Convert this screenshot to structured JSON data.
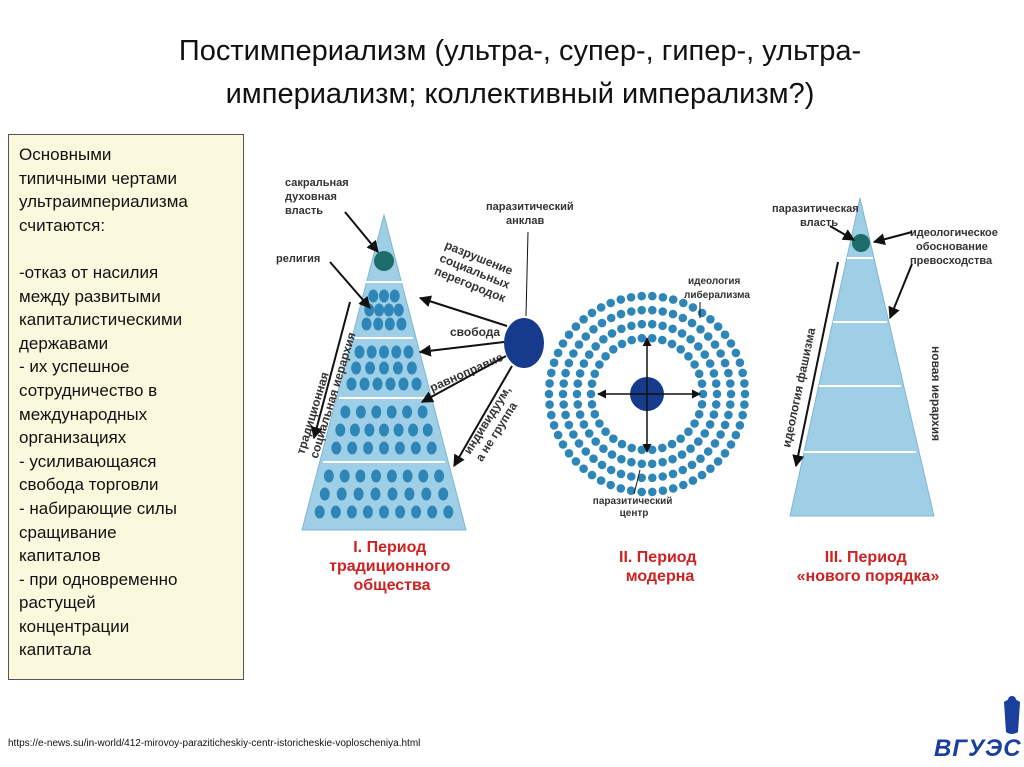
{
  "title_lines": [
    "Постимпериализм (ультра-, супер-, гипер-, ультра-",
    "империализм; коллективный имперализм?)"
  ],
  "textbox_lines": [
    "Основными",
    "типичными чертами",
    "ультраимпериализма",
    "считаются:",
    "",
    "-отказ от насилия",
    "между развитыми",
    "капиталистическими",
    "державами",
    "- их успешное",
    "сотрудничество в",
    "международных",
    "организациях",
    "- усиливающаяся",
    "свобода торговли",
    "- набирающие силы",
    "сращивание",
    "капиталов",
    "- при одновременно",
    "растущей",
    "концентрации",
    "капитала"
  ],
  "diagram": {
    "p1": {
      "sacral_lines": [
        "сакральная",
        "духовная",
        "власть"
      ],
      "religion": "религия",
      "side_lines": [
        "традиционная",
        "социальная иерархия"
      ],
      "enclave_lines": [
        "паразитический",
        "анклав"
      ],
      "destroy_lines": [
        "разрушение",
        "социальных",
        "перегородок"
      ],
      "freedom": "свобода",
      "equality": "равноправие",
      "individ_lines": [
        "индивидуум,",
        "а не группа"
      ],
      "period_lines": [
        "I. Период",
        "традиционного",
        "общества"
      ]
    },
    "p2": {
      "ideology_lines": [
        "идеология",
        "либерализма"
      ],
      "center_lines": [
        "паразитический",
        "центр"
      ],
      "period_lines": [
        "II. Период",
        "модерна"
      ]
    },
    "p3": {
      "power_lines": [
        "паразитическая",
        "власть"
      ],
      "justify_lines": [
        "идеологическое",
        "обоснование",
        "превосходства"
      ],
      "fascism": "идеология фашизма",
      "hierarchy": "новая иерархия",
      "period_lines": [
        "III. Период",
        "«нового порядка»"
      ]
    }
  },
  "source": "https://e-news.su/in-world/412-mirovoy-paraziticheskiy-centr-istoricheskie-voploscheniya.html",
  "logo": "ВГУЭС",
  "colors": {
    "pyramid": "#9ecfe6",
    "dots": "#2e86b8",
    "dark_circle": "#163a8c",
    "apex": "#1d6e6a",
    "period_text": "#cc2222"
  }
}
